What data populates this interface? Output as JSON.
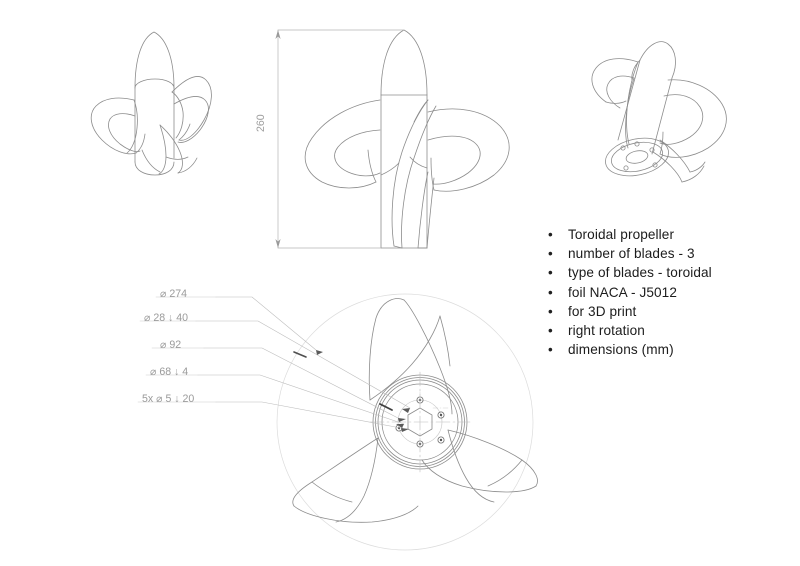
{
  "drawing": {
    "title": "Toroidal propeller technical drawing",
    "background_color": "#ffffff",
    "geometry_line_color": "#8c8c8c",
    "light_line_color": "#c9c9c9",
    "dimension_line_color": "#b5b5b5",
    "text_color": "#1c1c1c",
    "callout_text_color": "#9a9a9a"
  },
  "notes": {
    "bullet_glyph": "•",
    "items": [
      {
        "label": "Toroidal propeller"
      },
      {
        "label": "number of blades - 3"
      },
      {
        "label": "type of blades - toroidal"
      },
      {
        "label": "foil NACA - J5012"
      },
      {
        "label": "for 3D print"
      },
      {
        "label": "right rotation"
      },
      {
        "label": "dimensions (mm)"
      }
    ]
  },
  "dimensions": {
    "vertical": {
      "value": "260",
      "name": "overall-height"
    },
    "callouts": [
      {
        "name": "tip-diameter",
        "text": "⌀ 274"
      },
      {
        "name": "bore-counterbore",
        "text": "⌀ 28 ↓ 40"
      },
      {
        "name": "hub-diameter",
        "text": "⌀ 92"
      },
      {
        "name": "bolt-circle",
        "text": "⌀ 68 ↓ 4"
      },
      {
        "name": "bolt-holes",
        "text": "5x ⌀ 5 ↓ 20"
      }
    ]
  },
  "views": {
    "iso_left": {
      "name": "isometric-left-view"
    },
    "front": {
      "name": "front-elevation-view"
    },
    "iso_right": {
      "name": "isometric-right-view"
    },
    "plan": {
      "name": "plan-bottom-view"
    }
  }
}
